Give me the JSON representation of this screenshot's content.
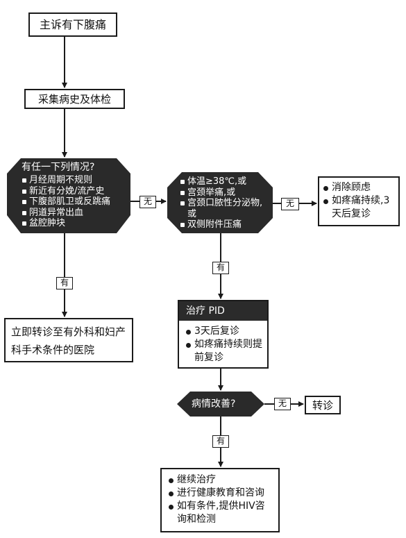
{
  "nodes": {
    "chief_complaint": "主诉有下腹痛",
    "history_exam": "采集病史及体检",
    "decision_any": {
      "title": "有任一下列情况?",
      "items": [
        "月经周期不规则",
        "新近有分娩/流产史",
        "下腹部肌卫或反跳痛",
        "阴道异常出血",
        "盆腔肿块"
      ]
    },
    "decision_pid": {
      "items": [
        "体温≥38℃,或",
        "宫颈举痛,或",
        "宫颈口脓性分泌物,或",
        "双侧附件压痛"
      ]
    },
    "reassure": {
      "items": [
        "消除顾虑",
        "如疼痛持续,3天后复诊"
      ]
    },
    "refer_surgery": "立即转诊至有外科和妇产科手术条件的医院",
    "treat_pid": {
      "title": "治疗 PID",
      "items": [
        "3天后复诊",
        "如疼痛持续则提前复诊"
      ]
    },
    "improved": "病情改善?",
    "refer": "转诊",
    "continue": {
      "items": [
        "继续治疗",
        "进行健康教育和咨询",
        "如有条件,提供HIV咨询和检测"
      ]
    }
  },
  "labels": {
    "yes": "有",
    "no": "无"
  }
}
